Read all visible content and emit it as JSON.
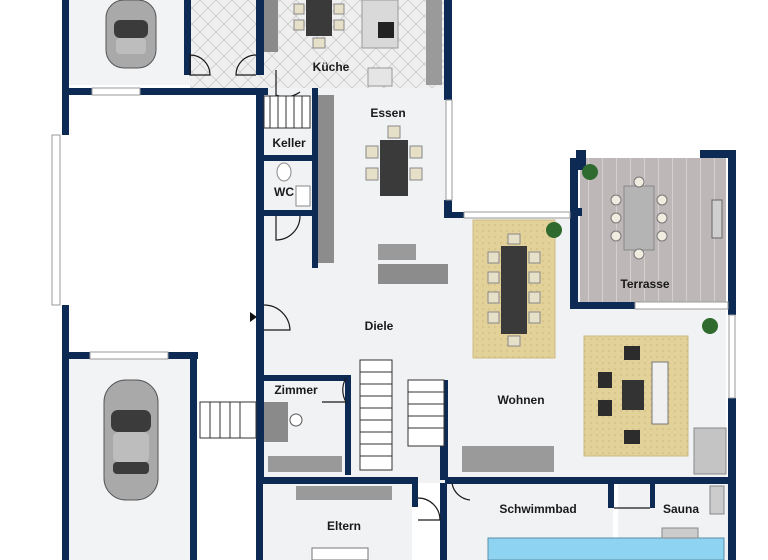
{
  "rooms": {
    "kueche": "Küche",
    "essen": "Essen",
    "keller": "Keller",
    "wc": "WC",
    "terrasse": "Terrasse",
    "diele": "Diele",
    "zimmer": "Zimmer",
    "wohnen": "Wohnen",
    "eltern": "Eltern",
    "schwimmbad": "Schwimmbad",
    "sauna": "Sauna"
  },
  "colors": {
    "wall": "#0d2a55",
    "floor": "#f0f1f3",
    "tile": "#e8e8e8",
    "rug": "#e2cf97",
    "deck": "#bcb7b6",
    "pool": "#8fd3f2",
    "cabinet": "#8a8a8a"
  }
}
